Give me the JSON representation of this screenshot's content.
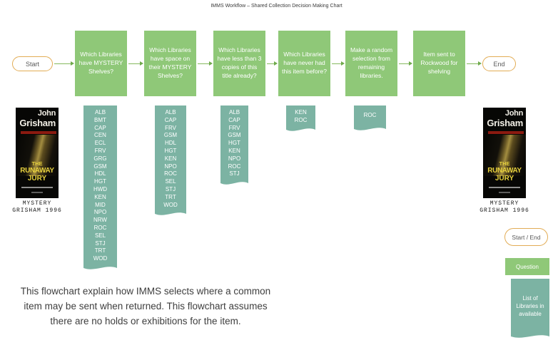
{
  "title": "IMMS Workflow – Shared Collection Decision Making Chart",
  "flow": {
    "start_label": "Start",
    "end_label": "End",
    "steps": [
      {
        "label": "Which Libraries have MYSTERY Shelves?"
      },
      {
        "label": "Which Libraries have space on their MYSTERY Shelves?"
      },
      {
        "label": "Which Libraries have less than 3 copies of this title already?"
      },
      {
        "label": "Which Libraries have never had this item before?"
      },
      {
        "label": "Make a random selection from remaining libraries."
      },
      {
        "label": "Item sent to Rockwood for shelving"
      }
    ]
  },
  "lists": [
    {
      "items": [
        "ALB",
        "BMT",
        "CAP",
        "CEN",
        "ECL",
        "FRV",
        "GRG",
        "GSM",
        "HDL",
        "HGT",
        "HWD",
        "KEN",
        "MID",
        "NPO",
        "NRW",
        "ROC",
        "SEL",
        "STJ",
        "TRT",
        "WOD"
      ]
    },
    {
      "items": [
        "ALB",
        "CAP",
        "FRV",
        "GSM",
        "HDL",
        "HGT",
        "KEN",
        "NPO",
        "ROC",
        "SEL",
        "STJ",
        "TRT",
        "WOD"
      ]
    },
    {
      "items": [
        "ALB",
        "CAP",
        "FRV",
        "GSM",
        "HGT",
        "KEN",
        "NPO",
        "ROC",
        "STJ"
      ]
    },
    {
      "items": [
        "KEN",
        "ROC"
      ]
    },
    {
      "items": [
        "ROC"
      ]
    }
  ],
  "book": {
    "author_line1": "John",
    "author_line2": "Grisham",
    "title_line1": "THE",
    "title_line2": "RUNAWAY",
    "title_line3": "JURY",
    "caption_line1": "MYSTERY",
    "caption_line2": "GRISHAM 1996"
  },
  "legend": {
    "start_end_label": "Start / End",
    "question_label": "Question",
    "list_label": "List of Libraries in available"
  },
  "footnote_lines": [
    "This flowchart explain how IMMS selects where a common",
    "item may be sent when returned. This flowchart assumes",
    "there are no holds or exhibitions for the item."
  ],
  "colors": {
    "question_green": "#8FC878",
    "list_teal": "#7CB3A3",
    "terminal_border": "#E2AC55",
    "arrow_green": "#6FAA4C"
  }
}
